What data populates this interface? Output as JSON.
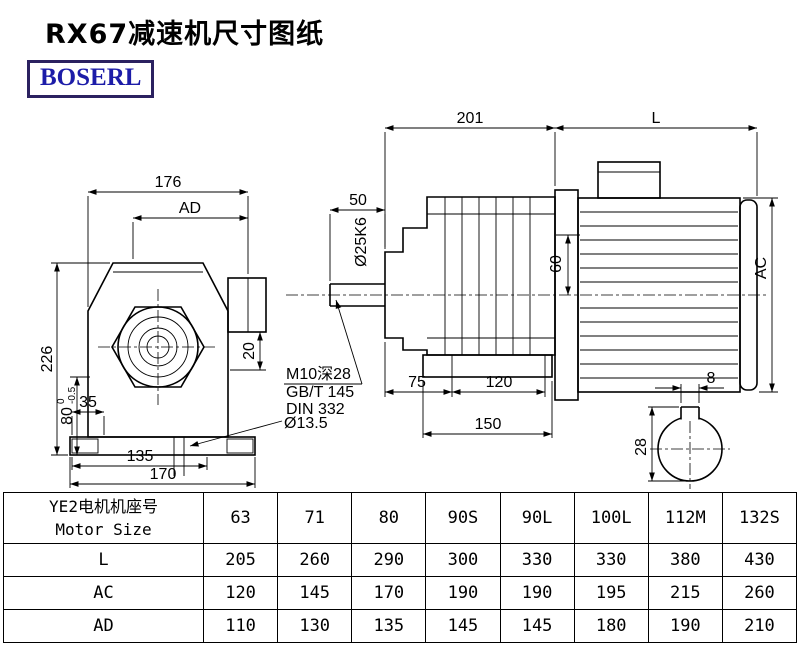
{
  "page": {
    "title": "RX67减速机尺寸图纸",
    "logo": "BOSERL"
  },
  "colors": {
    "line": "#000000",
    "background": "#ffffff",
    "logo_text": "#1c1ca8",
    "logo_border": "#2b2160"
  },
  "front_view": {
    "dim_width_top": "176",
    "dim_ad": "AD",
    "dim_height": "226",
    "dim_80": "80",
    "dim_80_tol_upper": "0",
    "dim_80_tol_lower": "-0.5",
    "dim_35": "35",
    "dim_135": "135",
    "dim_170": "170",
    "dim_20": "20",
    "dim_foot_hole": "Ø13.5"
  },
  "side_view": {
    "dim_201": "201",
    "dim_l": "L",
    "dim_50": "50",
    "dim_shaft": "Ø25K6",
    "dim_60": "60",
    "dim_ac": "AC",
    "thread_note": "M10深28",
    "std_gb": "GB/T 145",
    "std_din": "DIN 332",
    "dim_75": "75",
    "dim_120": "120",
    "dim_150": "150"
  },
  "shaft_section": {
    "dim_key_width": "8",
    "dim_28": "28"
  },
  "table": {
    "header_cn": "YE2电机机座号",
    "header_en": "Motor Size",
    "sizes": [
      "63",
      "71",
      "80",
      "90S",
      "90L",
      "100L",
      "112M",
      "132S"
    ],
    "rows": [
      {
        "label": "L",
        "values": [
          "205",
          "260",
          "290",
          "300",
          "330",
          "330",
          "380",
          "430"
        ]
      },
      {
        "label": "AC",
        "values": [
          "120",
          "145",
          "170",
          "190",
          "190",
          "195",
          "215",
          "260"
        ]
      },
      {
        "label": "AD",
        "values": [
          "110",
          "130",
          "135",
          "145",
          "145",
          "180",
          "190",
          "210"
        ]
      }
    ]
  }
}
